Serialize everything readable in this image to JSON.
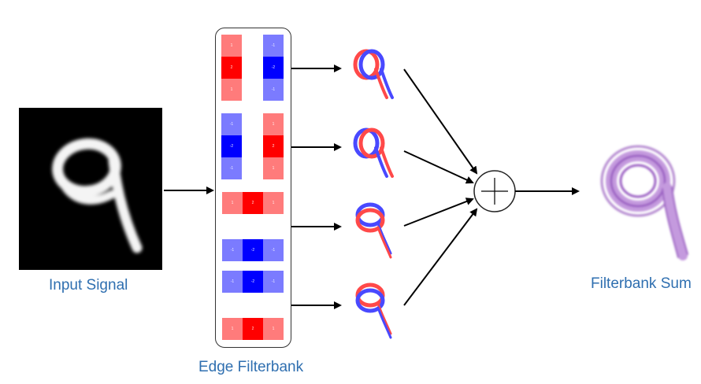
{
  "captions": {
    "input": "Input Signal",
    "bank": "Edge Filterbank",
    "sum": "Filterbank Sum"
  },
  "operator": {
    "symbol": "+"
  },
  "colors": {
    "caption": "#2f6fb0",
    "positive_strong": "#ff0000",
    "positive_light": "#ff7b7b",
    "negative_strong": "#0000ff",
    "negative_light": "#7b7bff",
    "sum_tint": "#b68ad3"
  },
  "filters": [
    {
      "orientation": "vertical",
      "columns": [
        [
          "1",
          "2",
          "1"
        ],
        [
          "-1",
          "-2",
          "-1"
        ]
      ],
      "sign": "pos-left"
    },
    {
      "orientation": "vertical",
      "columns": [
        [
          "-1",
          "-2",
          "-1"
        ],
        [
          "1",
          "2",
          "1"
        ]
      ],
      "sign": "neg-left"
    },
    {
      "orientation": "horizontal",
      "rows": [
        [
          "1",
          "2",
          "1"
        ],
        [
          "-1",
          "-2",
          "-1"
        ]
      ],
      "sign": "pos-top"
    },
    {
      "orientation": "horizontal",
      "rows": [
        [
          "-1",
          "-2",
          "-1"
        ],
        [
          "1",
          "2",
          "1"
        ]
      ],
      "sign": "neg-top"
    }
  ]
}
